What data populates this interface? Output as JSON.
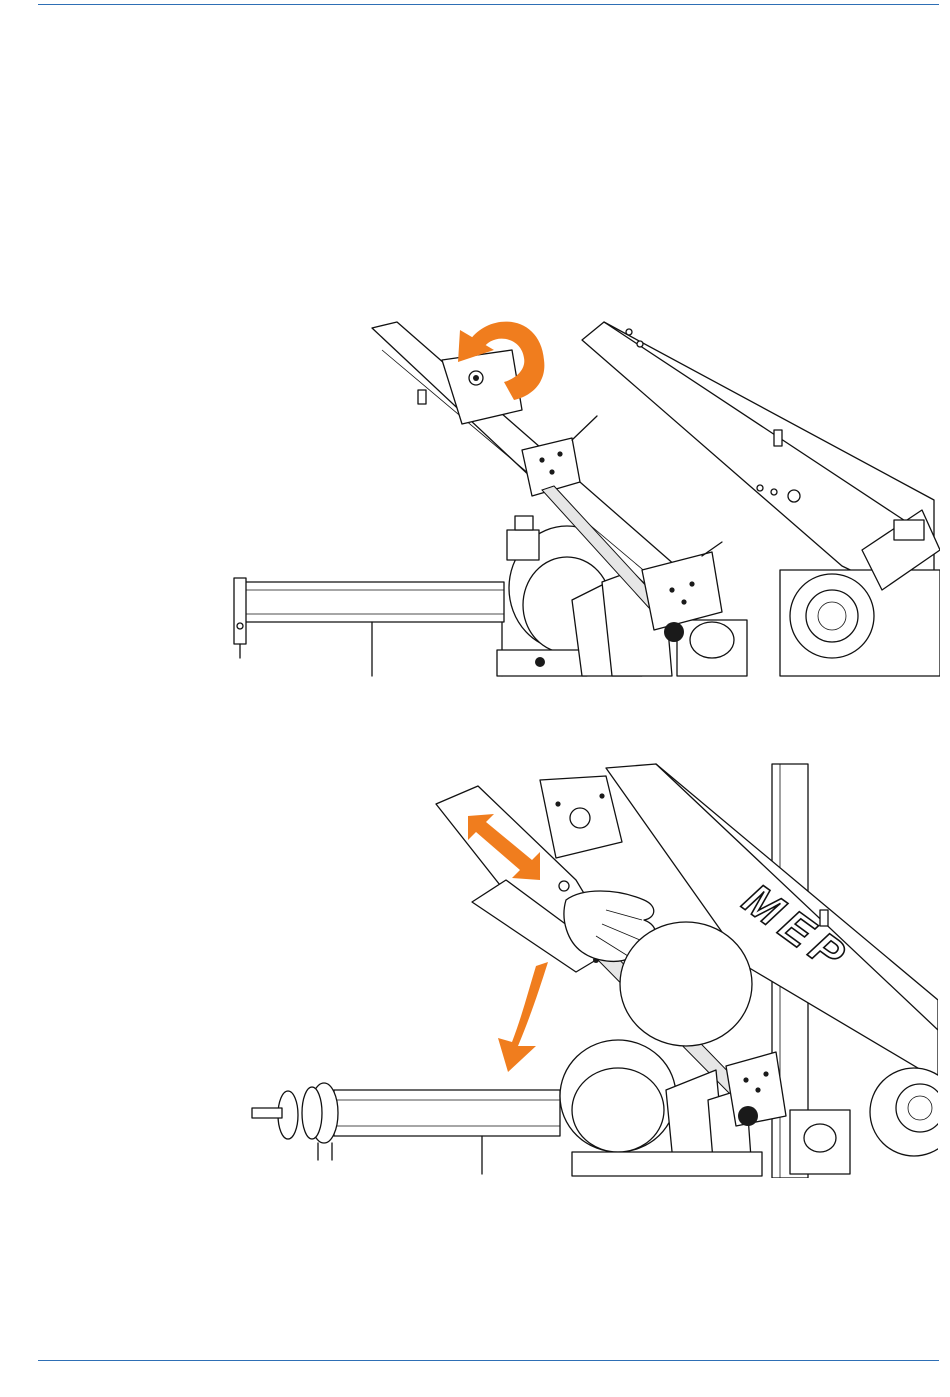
{
  "colors": {
    "rule": "#2e6fb5",
    "accent": "#f07d1e"
  },
  "figures": [
    {
      "name": "saw-head-rotate-step",
      "icons": [
        "rotation-arrow-icon"
      ]
    },
    {
      "name": "saw-blade-fit-step",
      "icons": [
        "bidirectional-arrow-icon",
        "curved-down-arrow-icon",
        "gloved-hand-icon"
      ]
    }
  ],
  "machine_logo": "MEP"
}
